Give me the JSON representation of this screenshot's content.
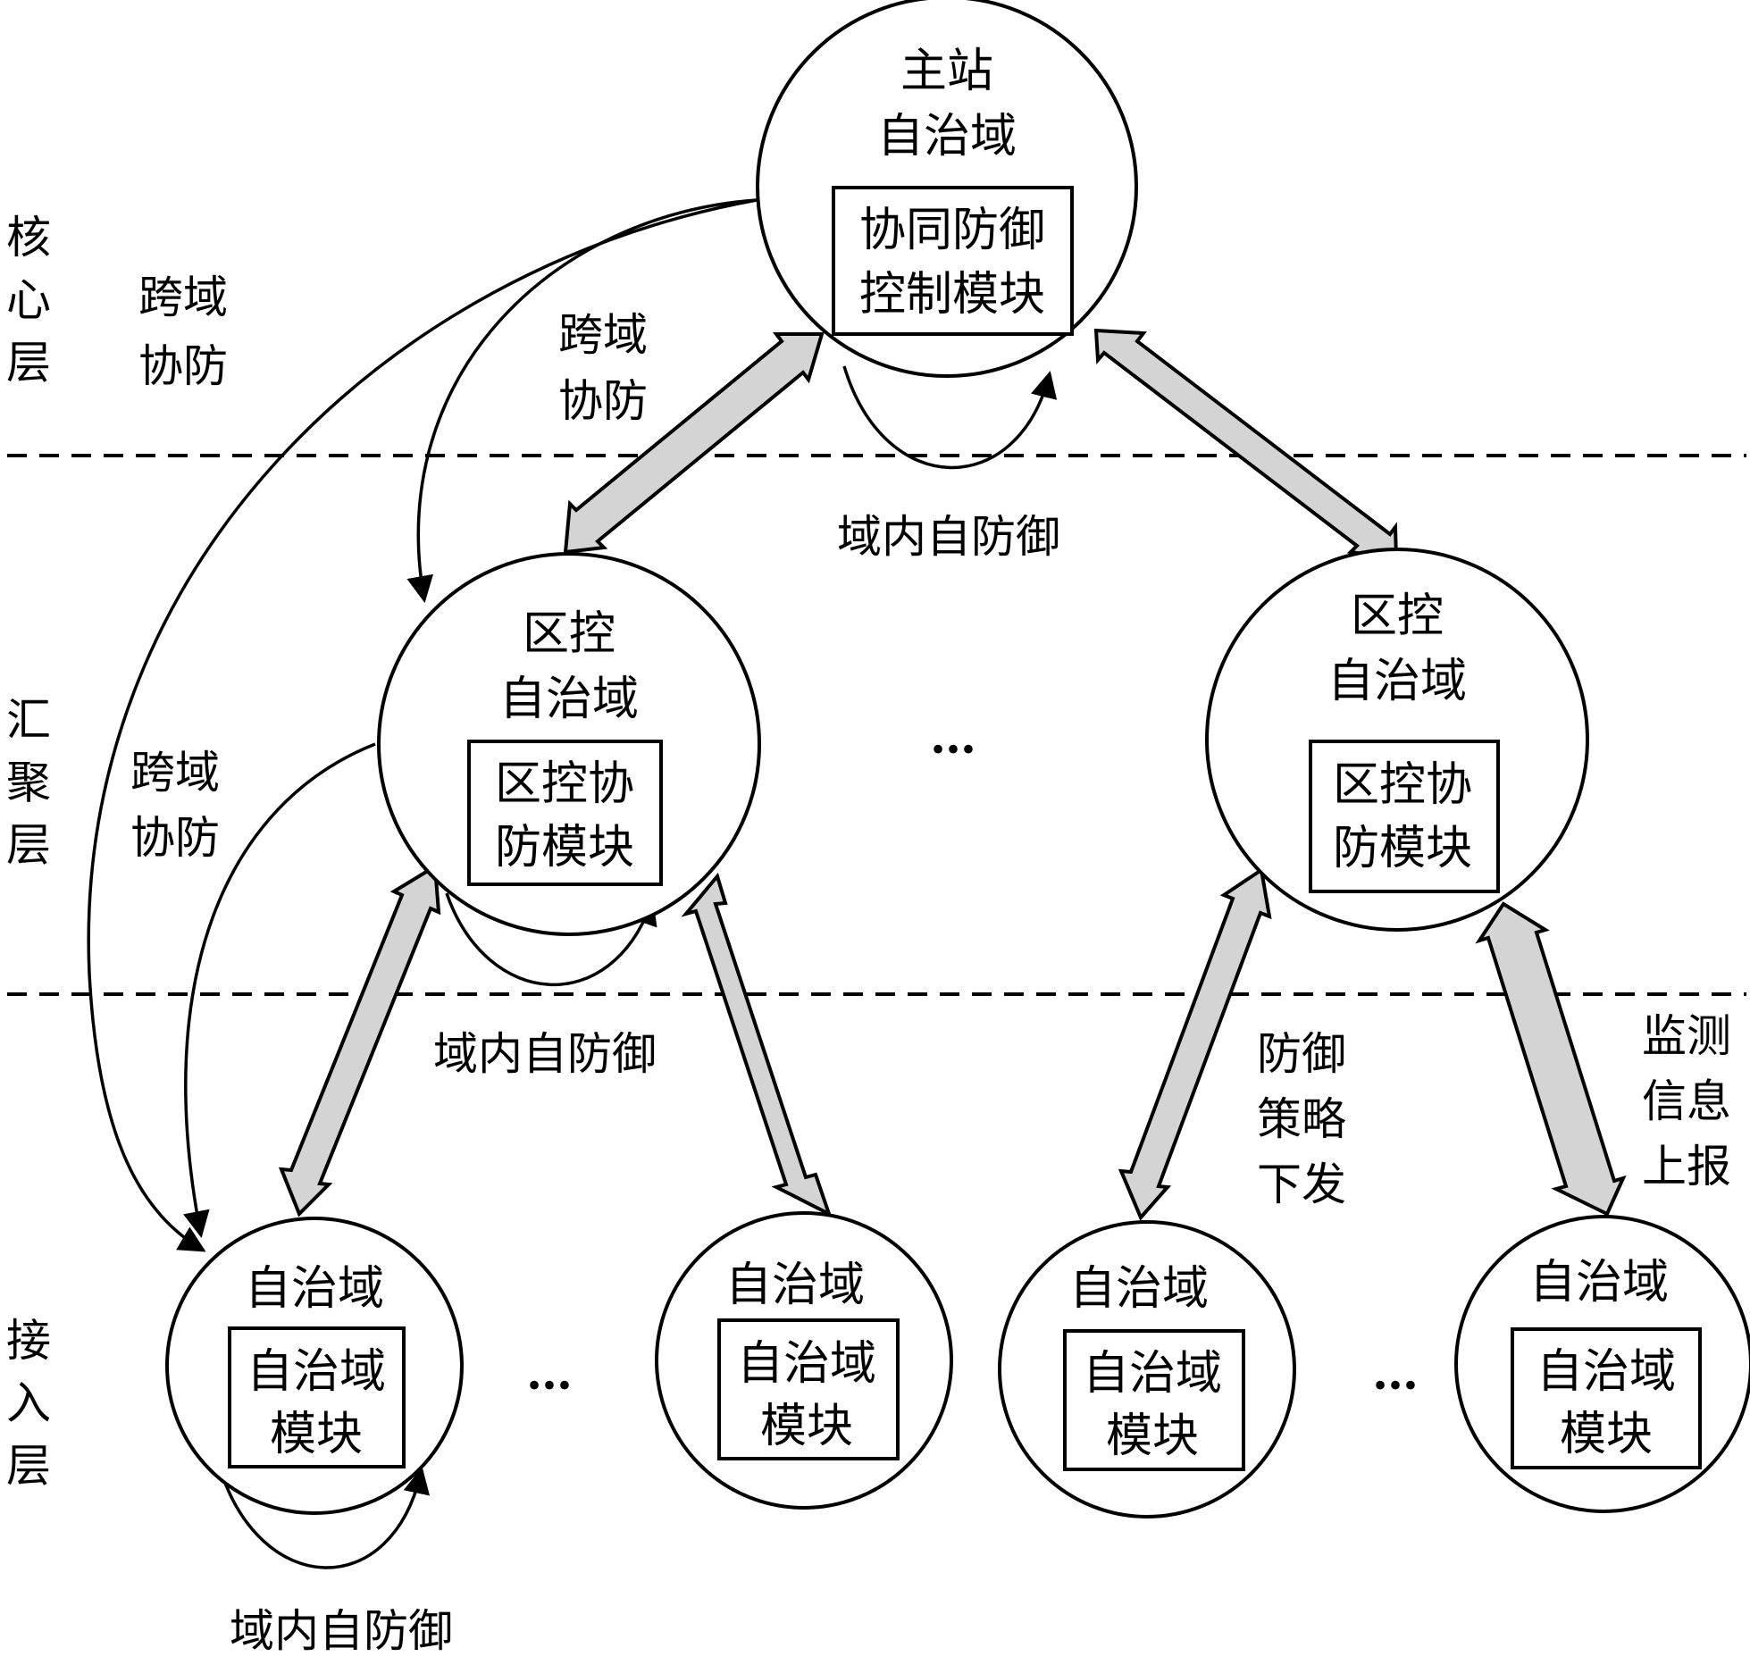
{
  "layers": {
    "core": [
      "核",
      "心",
      "层"
    ],
    "aggregation": [
      "汇",
      "聚",
      "层"
    ],
    "access": [
      "接",
      "入",
      "层"
    ]
  },
  "nodes": {
    "master": {
      "title": [
        "主站",
        "自治域"
      ],
      "module": [
        "协同防御",
        "控制模块"
      ]
    },
    "region_left": {
      "title": [
        "区控",
        "自治域"
      ],
      "module": [
        "区控协",
        "防模块"
      ]
    },
    "region_right": {
      "title": [
        "区控",
        "自治域"
      ],
      "module": [
        "区控协",
        "防模块"
      ]
    },
    "access_1": {
      "title": "自治域",
      "module": [
        "自治域",
        "模块"
      ]
    },
    "access_2": {
      "title": "自治域",
      "module": [
        "自治域",
        "模块"
      ]
    },
    "access_3": {
      "title": "自治域",
      "module": [
        "自治域",
        "模块"
      ]
    },
    "access_4": {
      "title": "自治域",
      "module": [
        "自治域",
        "模块"
      ]
    }
  },
  "labels": {
    "cross_domain_outer": [
      "跨域",
      "协防"
    ],
    "cross_domain_inner": [
      "跨域",
      "协防"
    ],
    "cross_domain_mid": [
      "跨域",
      "协防"
    ],
    "self_defense": "域内自防御",
    "policy_down": [
      "防御",
      "策略",
      "下发"
    ],
    "monitor_up": [
      "监测",
      "信息",
      "上报"
    ],
    "ellipsis": "…"
  }
}
